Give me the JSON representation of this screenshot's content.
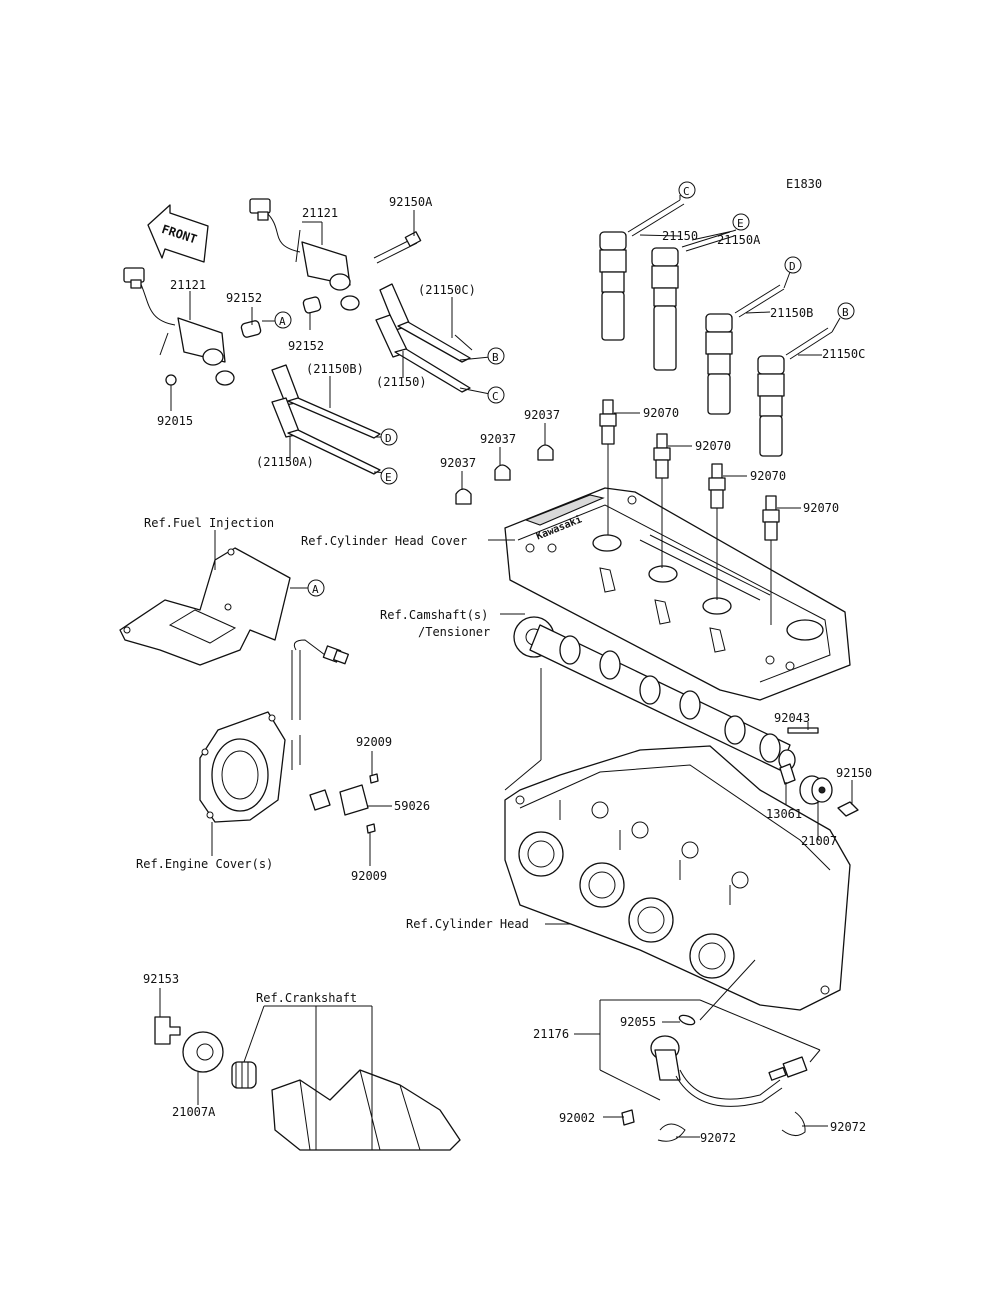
{
  "diagram_code": "E1830",
  "front_arrow": "FRONT",
  "part_numbers": {
    "coil_left": "21121",
    "coil_right": "21121",
    "bolt_92150A": "92150A",
    "cap_21150C_paren": "(21150C)",
    "cap_21150B_paren": "(21150B)",
    "cap_21150_paren": "(21150)",
    "cap_21150A_paren": "(21150A)",
    "grommet_left": "92152",
    "grommet_right": "92152",
    "nut_92015": "92015",
    "cap_21150": "21150",
    "cap_21150A": "21150A",
    "cap_21150B": "21150B",
    "cap_21150C": "21150C",
    "plug_1": "92070",
    "plug_2": "92070",
    "plug_3": "92070",
    "plug_4": "92070",
    "clamp_1": "92037",
    "clamp_2": "92037",
    "clamp_3": "92037",
    "pin_92043": "92043",
    "bolt_92150": "92150",
    "bolt_13061": "13061",
    "rotor_21007": "21007",
    "screw_top": "92009",
    "screw_bottom": "92009",
    "sensor_59026": "59026",
    "bolt_92153": "92153",
    "rotor_21007A": "21007A",
    "sensor_21176": "21176",
    "oring_92055": "92055",
    "screw_92002": "92002",
    "clamp_92072_a": "92072",
    "clamp_92072_b": "92072"
  },
  "references": {
    "fuel_injection": "Ref.Fuel Injection",
    "cylinder_head_cover": "Ref.Cylinder Head Cover",
    "camshaft_line1": "Ref.Camshaft(s)",
    "camshaft_line2": "/Tensioner",
    "engine_cover": "Ref.Engine Cover(s)",
    "cylinder_head": "Ref.Cylinder Head",
    "crankshaft": "Ref.Crankshaft"
  },
  "callouts": {
    "a1": "A",
    "a2": "A",
    "b1": "B",
    "b2": "B",
    "c1": "C",
    "c2": "C",
    "d1": "D",
    "d2": "D",
    "e1": "E",
    "e2": "E"
  },
  "cover_brand": "Kawasaki"
}
